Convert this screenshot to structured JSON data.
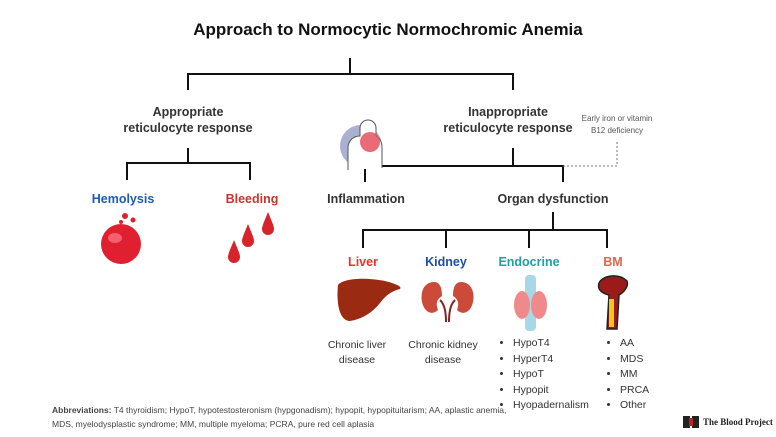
{
  "title": "Approach to Normocytic Normochromic Anemia",
  "branches": {
    "appropriate": "Appropriate\nreticulocyte response",
    "inappropriate": "Inappropriate\nreticulocyte response",
    "note": "Early iron or vitamin\nB12 deficiency"
  },
  "appropriate_children": {
    "hemolysis": "Hemolysis",
    "bleeding": "Bleeding"
  },
  "inappropriate_children": {
    "inflammation": "Inflammation",
    "organ": "Organ dysfunction"
  },
  "organs": [
    {
      "label": "Liver",
      "color": "#e8332f",
      "desc": "Chronic liver\ndisease"
    },
    {
      "label": "Kidney",
      "color": "#1d4fa0",
      "desc": "Chronic kidney\ndisease"
    },
    {
      "label": "Endocrine",
      "color": "#1aa3a3",
      "items": [
        "HypoT4",
        "HyperT4",
        "HypoT",
        "Hypopit",
        "Hyopadernalism"
      ]
    },
    {
      "label": "BM",
      "color": "#e0664f",
      "items": [
        "AA",
        "MDS",
        "MM",
        "PRCA",
        "Other"
      ]
    }
  ],
  "colors": {
    "hemolysis": "#1a5cb8",
    "bleeding": "#c0392b"
  },
  "abbreviations": {
    "label": "Abbreviations:",
    "text": " T4 thyroidism; HypoT, hypotestosteronism (hypgonadism); hypopit, hypopituitarism; AA, aplastic anemia, MDS, myelodysplastic syndrome; MM, multiple myeloma; PCRA, pure red cell aplasia"
  },
  "logo": {
    "text": "The Blood Project"
  }
}
